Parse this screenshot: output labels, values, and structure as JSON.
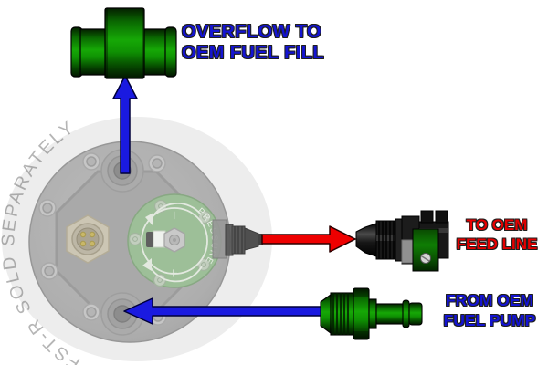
{
  "labels": {
    "overflow": {
      "line1": "OVERFLOW TO",
      "line2": "OEM FUEL FILL"
    },
    "feed": {
      "line1": "TO OEM",
      "line2": "FEED LINE"
    },
    "pump": {
      "line1": "FROM OEM",
      "line2": "FUEL PUMP"
    }
  },
  "watermark": {
    "text": "FST-R  SOLD  SEPARATELY"
  },
  "device": {
    "regulator_label": "PRESSURE",
    "decrease_symbol": "−",
    "increase_symbol": "+"
  },
  "colors": {
    "label_blue": "#1414d2",
    "label_red": "#e60000",
    "arrow_blue": "#1a1ae0",
    "arrow_red": "#ee0000",
    "fitting_green": "#12a002",
    "watermark_gray": "#b4b4b4"
  }
}
